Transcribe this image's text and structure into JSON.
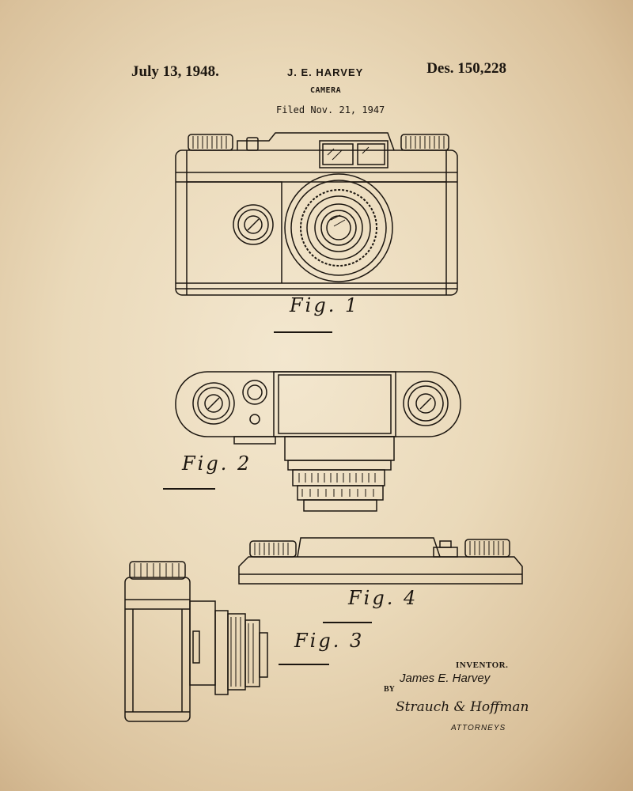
{
  "header": {
    "date": "July 13, 1948.",
    "inventor": "J. E. HARVEY",
    "subject": "CAMERA",
    "filed": "Filed Nov. 21, 1947",
    "patent_number": "Des. 150,228"
  },
  "figures": {
    "fig1": "Fig. 1",
    "fig2": "Fig. 2",
    "fig3": "Fig. 3",
    "fig4": "Fig. 4"
  },
  "signature": {
    "inventor_label": "INVENTOR.",
    "inventor_name": "James E. Harvey",
    "by_label": "BY",
    "attorneys_name": "Strauch & Hoffman",
    "attorneys_label": "ATTORNEYS"
  },
  "colors": {
    "ink": "#1c1610",
    "paper": "#ead9b9"
  }
}
